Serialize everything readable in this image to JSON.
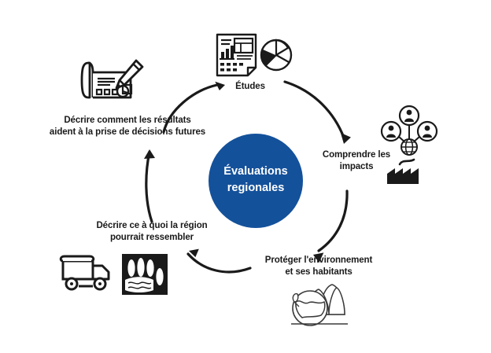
{
  "diagram": {
    "title_center": {
      "line1": "Évaluations",
      "line2": "regionales"
    },
    "center_color": "#14519B",
    "stroke_color": "#1a1a1a",
    "background_color": "#ffffff",
    "nodes": [
      {
        "id": "etudes",
        "label_line1": "Études",
        "label_line2": "",
        "icon": "report-pie-chart-icon",
        "position": "top"
      },
      {
        "id": "comprendre-les-impacts",
        "label_line1": "Comprendre les",
        "label_line2": "impacts",
        "icon": "people-globe-factory-icon",
        "position": "right"
      },
      {
        "id": "proteger-environnement",
        "label_line1": "Protéger l'environnement",
        "label_line2": "et ses habitants",
        "icon": "nature-landscape-icon",
        "position": "bottom-right"
      },
      {
        "id": "decrire-region",
        "label_line1": "Décrire ce à quoi la région",
        "label_line2": "pourrait ressembler",
        "icon": "dump-truck-icon",
        "icon_secondary": "forest-lake-icon",
        "position": "bottom-left"
      },
      {
        "id": "decrire-resultats",
        "label_line1": "Décrire comment les résultats",
        "label_line2": "aident à la prise de décisions futures",
        "icon": "blueprint-pencil-icon",
        "position": "left"
      }
    ],
    "arrows": [
      {
        "id": "arrow-to-etudes",
        "from": "decrire-resultats",
        "to": "etudes"
      },
      {
        "id": "arrow-to-impacts",
        "from": "etudes",
        "to": "comprendre-les-impacts"
      },
      {
        "id": "arrow-to-proteger",
        "from": "comprendre-les-impacts",
        "to": "proteger-environnement"
      },
      {
        "id": "arrow-to-region",
        "from": "proteger-environnement",
        "to": "decrire-region"
      },
      {
        "id": "arrow-to-resultats",
        "from": "decrire-region",
        "to": "decrire-resultats"
      }
    ]
  }
}
